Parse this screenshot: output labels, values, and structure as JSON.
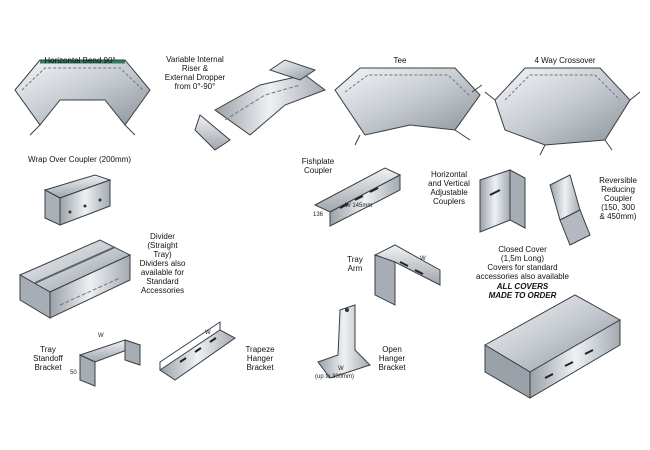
{
  "labels": {
    "horizontal_bend": "Horizontal Bend 90°",
    "variable_riser": [
      "Variable Internal",
      "Riser &",
      "External Dropper",
      "from 0°-90°"
    ],
    "tee": "Tee",
    "crossover": "4 Way Crossover",
    "wrap_over_coupler": "Wrap Over Coupler (200mm)",
    "fishplate_coupler": [
      "Fishplate",
      "Coupler"
    ],
    "adjustable_coupler": [
      "Horizontal",
      "and Vertical",
      "Adjustable",
      "Couplers"
    ],
    "reversible_coupler": [
      "Reversible",
      "Reducing",
      "Coupler",
      "(150, 300",
      "& 450mm)"
    ],
    "divider": [
      "Divider",
      "(Straight",
      "Tray)",
      "Dividers also",
      "available for",
      "Standard",
      "Accessories"
    ],
    "tray_arm": [
      "Tray",
      "Arm"
    ],
    "closed_cover": [
      "Closed Cover",
      "(1,5m Long)",
      "Covers for standard",
      "accessories also available"
    ],
    "covers_made_to_order": [
      "ALL COVERS",
      "MADE TO ORDER"
    ],
    "tray_standoff": [
      "Tray",
      "Standoff",
      "Bracket"
    ],
    "trapeze_hanger": [
      "Trapeze",
      "Hanger",
      "Bracket"
    ],
    "open_hanger": [
      "Open",
      "Hanger",
      "Bracket"
    ]
  },
  "dimensions": {
    "fishplate_length": "136",
    "fishplate_width": "145mm",
    "tray_arm_w": "W",
    "standoff_w": "W",
    "standoff_h": "50",
    "trapeze_w": "W",
    "open_hanger_w": "W",
    "open_hanger_range": "(up to 300mm)"
  },
  "colors": {
    "metal_light": "#e4e7ea",
    "metal_mid": "#b9bec4",
    "metal_dark": "#7d848c",
    "outline": "#3a3f45"
  }
}
